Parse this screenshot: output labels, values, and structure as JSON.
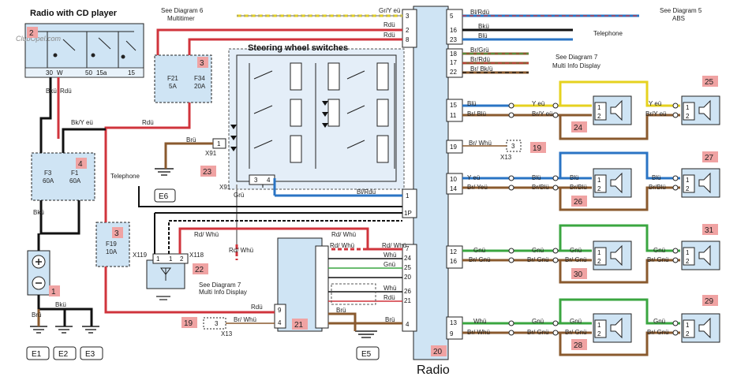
{
  "header": {
    "radio_cd": "Radio with CD player",
    "logo": "ClubOpel.com",
    "steering": "Steering wheel switches",
    "radio": "Radio"
  },
  "refs": {
    "diag6_l1": "See Diagram 6",
    "diag6_l2": "Multitimer",
    "diag5_l1": "See Diagram 5",
    "diag5_l2": "ABS",
    "telephone_r": "Telephone",
    "diag7_l1": "See Diagram 7",
    "diag7_l2": "Multi Info Display",
    "telephone_l": "Telephone",
    "diag7b_l1": "See Diagram 7",
    "diag7b_l2": "Multi Info Display"
  },
  "badges": [
    "2",
    "3",
    "4",
    "3",
    "1",
    "23",
    "22",
    "19",
    "21",
    "20",
    "24",
    "25",
    "19",
    "26",
    "27",
    "30",
    "31",
    "28",
    "29"
  ],
  "fuses": {
    "f21": "F21",
    "f21v": "5A",
    "f34": "F34",
    "f34v": "20A",
    "f3": "F3",
    "f3v": "60A",
    "f1": "F1",
    "f1v": "60A",
    "f19": "F19",
    "f19v": "10A"
  },
  "connectors": {
    "x91a": "X91",
    "x91b": "X91",
    "x119": "X119",
    "x118": "X118",
    "x13a": "X13",
    "x13b": "X13",
    "e6": "E6",
    "e5": "E5",
    "e1": "E1",
    "e2": "E2",
    "e3": "E3"
  },
  "radio_top_pins": {
    "p30": "30",
    "pW": "W",
    "p50": "50",
    "p15a": "15a",
    "p15": "15"
  },
  "wires_left": {
    "grY": "Gr/Y eü",
    "rdu1": "Rdü",
    "rdu2": "Rdü",
    "bkY": "Bk/Y eü",
    "rdu3": "Rdü",
    "bku_v": "Bkü",
    "rdu_v": "Rdü",
    "bku2": "Bkü",
    "bku3": "Bkü",
    "bru": "Brü",
    "bru_v": "Brü",
    "grü": "Grü",
    "rdwhu1": "Rd/ Whü",
    "rdwhu2": "Rd/ Whü",
    "rdwhu3": "Rd/ Whü",
    "rdwhu_v": "Rd/ Whü",
    "blrdu": "Bl/Rdü",
    "rdu4": "Rdü",
    "brwhu": "Br/ Whü",
    "mid_rdwhu": "Rd/ Whü",
    "mid_whu1": "Whü",
    "mid_gnu": "Gnü",
    "mid_whu2": "Whü",
    "mid_rdu": "Rdü",
    "mid_bru1": "Brü",
    "mid_bru2": "Brü",
    "bku4": "Bkü",
    "bru2": "Brü"
  },
  "radio_left_pins": [
    "3",
    "2",
    "8",
    "1",
    "1P",
    "7",
    "24",
    "25",
    "20",
    "26",
    "21",
    "4"
  ],
  "radio_right_pins": [
    "5",
    "16",
    "23",
    "18",
    "17",
    "22",
    "15",
    "11",
    "19",
    "10",
    "14",
    "12",
    "16",
    "13",
    "9"
  ],
  "wires_right": {
    "blrdu": "Bl/Rdü",
    "bku": "Bkü",
    "blu": "Blü",
    "brgru": "Br/Grü",
    "brrdu": "Br/Rdü",
    "brbku": "Br/ Bk/ü",
    "s24_a": "Blü",
    "s24_b": "Br/ Blü",
    "s24_c": "Y eü",
    "s24_d": "Br/Y eü",
    "s24_e": "Y eü",
    "s24_f": "Br/Y eü",
    "s19": "Br/ Whü",
    "s26_a": "Y eü",
    "s26_b": "Br/ Yeü",
    "s26_c": "Blü",
    "s26_d": "Br/Blü",
    "s26_e": "Blü",
    "s26_f": "Br/Blü",
    "s26_g": "Blü",
    "s26_h": "Br/Blü",
    "s30_a": "Gnü",
    "s30_b": "Br/ Gnü",
    "s30_c": "Gnü",
    "s30_d": "Br/ Gnü",
    "s30_e": "Gnü",
    "s30_f": "Br/ Gnü",
    "s30_g": "Gnü",
    "s30_h": "Br/ Gnü",
    "s28_a": "Whü",
    "s28_b": "Br/ Whü",
    "s28_c": "Gnü",
    "s28_d": "Br/ Gnü",
    "s28_e": "Gnü",
    "s28_f": "Br/ Gnü",
    "s28_g": "Gnü",
    "s28_h": "Br/ Gnü"
  },
  "speaker_pins": {
    "one": "1",
    "two": "2"
  },
  "mini_pins": {
    "p1": "1",
    "p2": "2",
    "p3": "3",
    "p4": "4",
    "p9": "9"
  },
  "colors": {
    "red": "#d0343c",
    "black": "#111111",
    "blue": "#2a74c4",
    "brown": "#8a5a2e",
    "yellow": "#e6d21f",
    "green": "#3aa640",
    "grey": "#9a9a9a",
    "fuse": "#cfe4f4",
    "badge": "#f0a3a3"
  }
}
